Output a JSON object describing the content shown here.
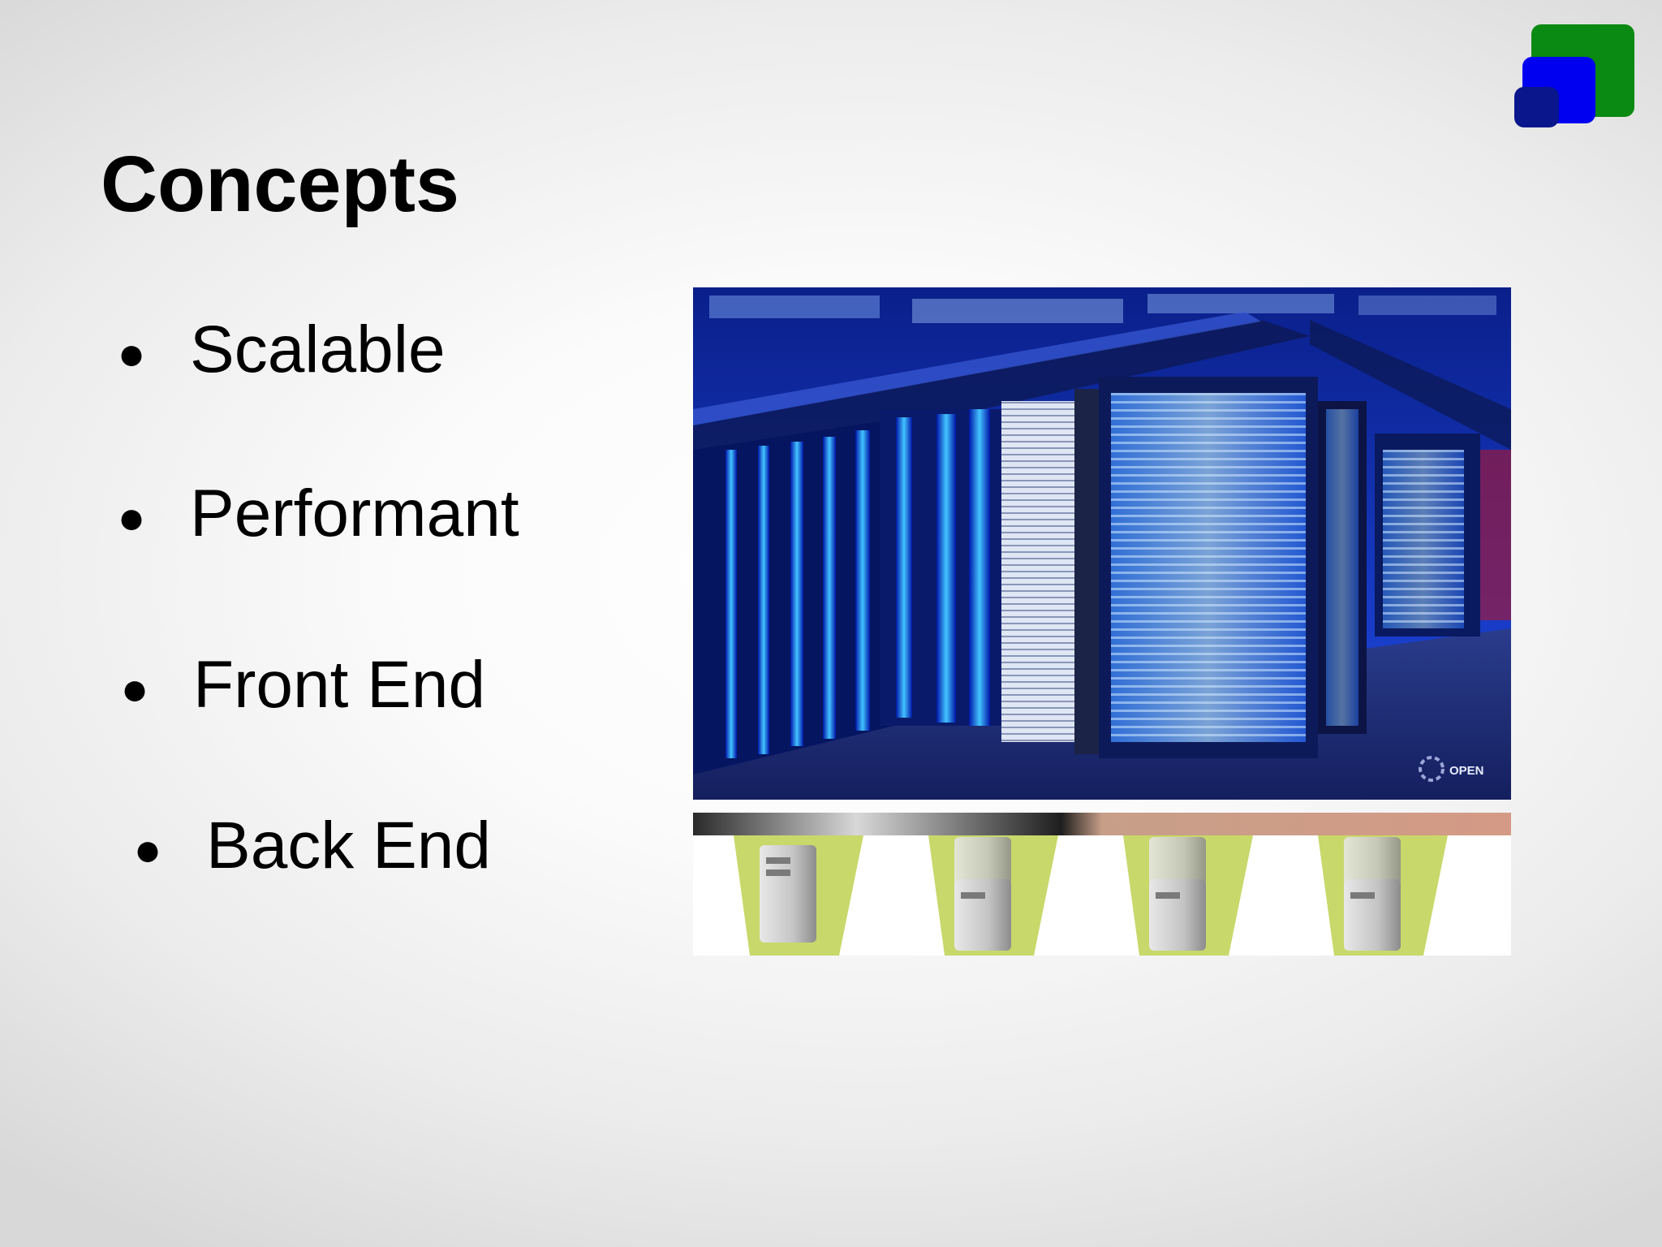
{
  "slide": {
    "title": "Concepts",
    "bullets": [
      {
        "marker": "●",
        "label": "Scalable"
      },
      {
        "marker": "●",
        "label": "Performant"
      },
      {
        "marker": "●",
        "label": "Front End"
      },
      {
        "marker": "●",
        "label": "Back End"
      }
    ],
    "photo_watermark": "OPEN"
  },
  "colors": {
    "logo_green": "#0a8a12",
    "logo_blue": "#0000f0",
    "logo_navy": "#0a168c",
    "datacenter_glow": "#1a3cff"
  }
}
